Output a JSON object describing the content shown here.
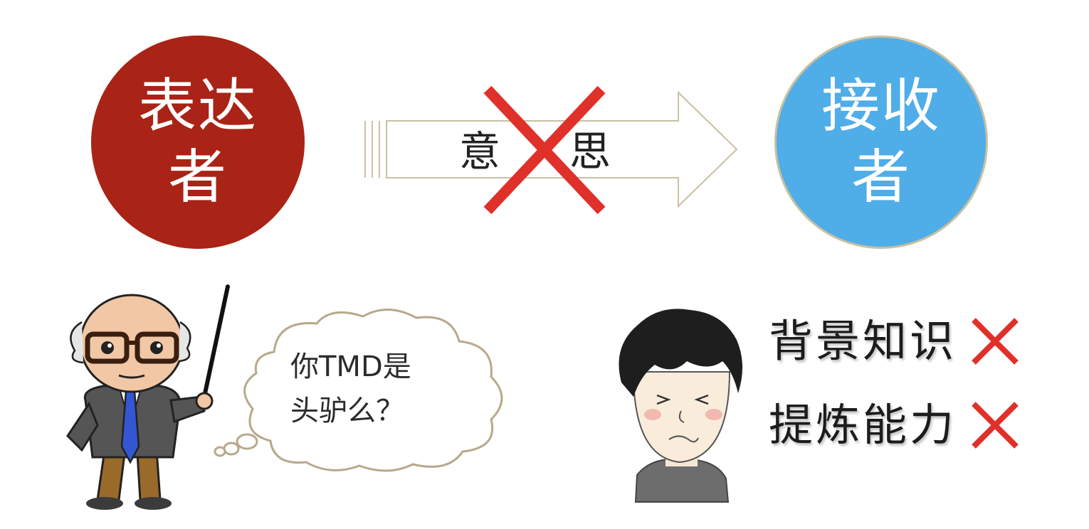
{
  "sender": {
    "line1": "表达",
    "line2": "者"
  },
  "receiver": {
    "line1": "接收",
    "line2": "者"
  },
  "arrow": {
    "char1": "意",
    "char2": "思"
  },
  "speech": {
    "line1": "你TMD是",
    "line2": "头驴么？"
  },
  "conditions": [
    {
      "label": "背景知识"
    },
    {
      "label": "提炼能力"
    }
  ],
  "colors": {
    "sender": "#a92316",
    "receiver": "#4fade8",
    "cross": "#e0302a",
    "arrow_outline": "#c9c0a2"
  },
  "icons": [
    "cross-icon",
    "teacher-with-pointer-icon",
    "confused-student-icon",
    "thought-cloud-icon"
  ]
}
